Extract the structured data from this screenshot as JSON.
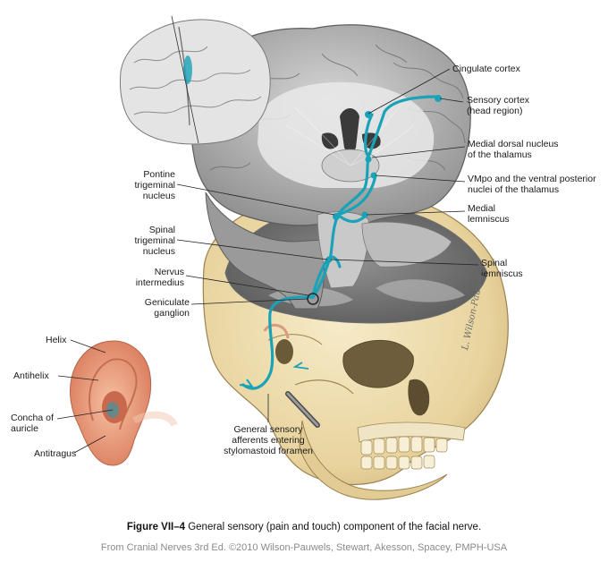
{
  "labels": {
    "cingulate_cortex": "Cingulate cortex",
    "sensory_cortex": "Sensory cortex\n(head region)",
    "medial_dorsal": "Medial dorsal nucleus\nof the thalamus",
    "vmpo": "VMpo and the ventral posterior\nnuclei of the thalamus",
    "medial_lemniscus": "Medial\nlemniscus",
    "spinal_lemniscus": "Spinal\nlemniscus",
    "pontine_trigeminal": "Pontine\ntrigeminal\nnucleus",
    "spinal_trigeminal": "Spinal\ntrigeminal\nnucleus",
    "nervus_intermedius": "Nervus\nintermedius",
    "geniculate_ganglion": "Geniculate\nganglion",
    "general_sensory": "General sensory\nafferents entering\nstylomastoid foramen",
    "helix": "Helix",
    "antihelix": "Antihelix",
    "concha": "Concha of\nauricle",
    "antitragus": "Antitragus"
  },
  "caption": {
    "figure_number": "Figure VII–4",
    "text": " General sensory (pain and touch) component of the facial nerve."
  },
  "credit": "From Cranial Nerves 3rd Ed. ©2010 Wilson-Pauwels, Stewart, Akesson, Spacey, PMPH-USA",
  "signature": "L. Wilson-Pauwels",
  "colors": {
    "pathway": "#1aa3b8",
    "bone": "#f0e2b8",
    "brain_gray": "#9b9b9b",
    "ear": "#e79a7c"
  }
}
